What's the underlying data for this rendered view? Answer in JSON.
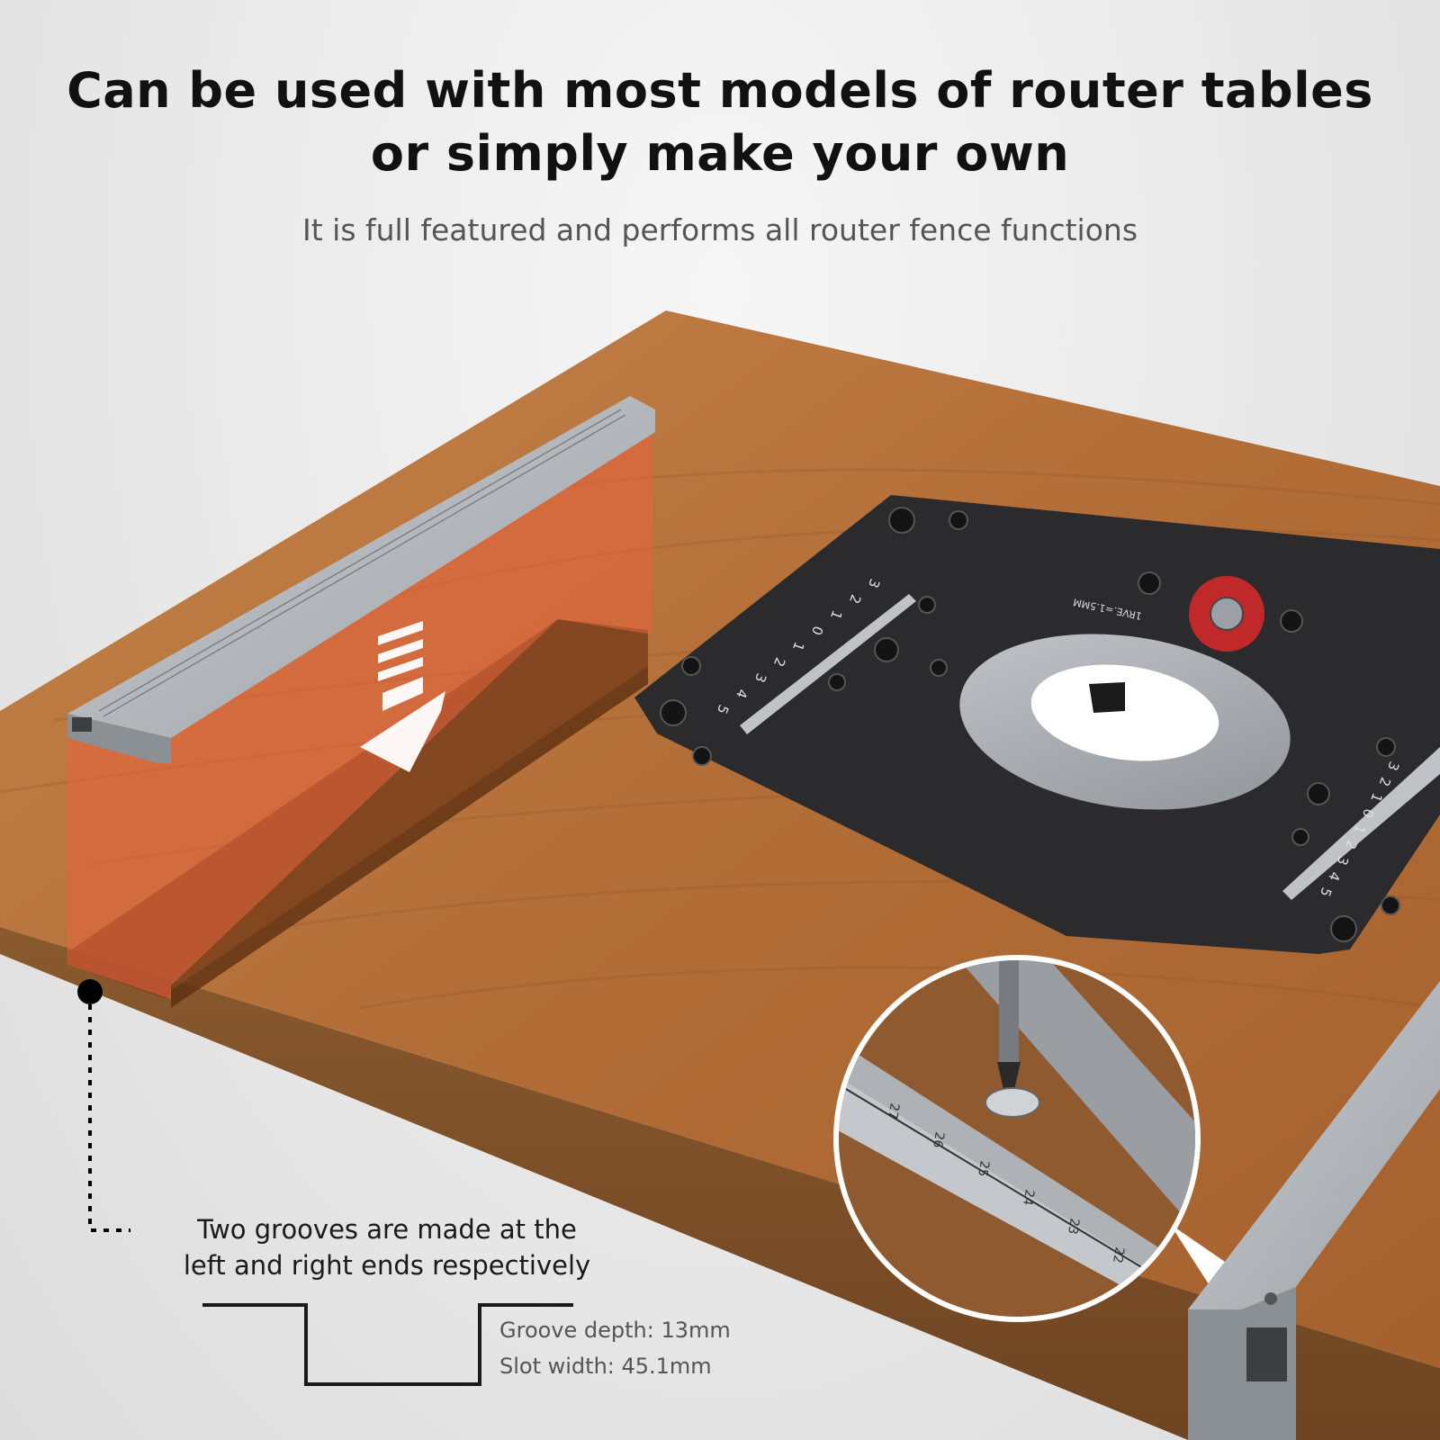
{
  "headline": {
    "line1": "Can be used with most models of router tables",
    "line2": "or simply make your own"
  },
  "subheadline": "It is full featured and performs all router fence functions",
  "callout": {
    "line1": "Two grooves are made at the",
    "line2": "left and right ends respectively"
  },
  "specs": {
    "groove_depth": "Groove depth: 13mm",
    "slot_width": "Slot width: 45.1mm"
  },
  "plate": {
    "ruler_labels": [
      "5",
      "4",
      "3",
      "2",
      "1",
      "0",
      "1",
      "2",
      "3"
    ],
    "height_dial_text": "1RVE.=1.5MM"
  },
  "zoom_ruler_labels": [
    "27",
    "26",
    "25",
    "24",
    "23",
    "22"
  ],
  "colors": {
    "wood": "#b8743c",
    "plate": "#2b2b2d",
    "aluminum": "#a9adb1",
    "highlight": "#e06040",
    "accent_red": "#c0282a"
  }
}
